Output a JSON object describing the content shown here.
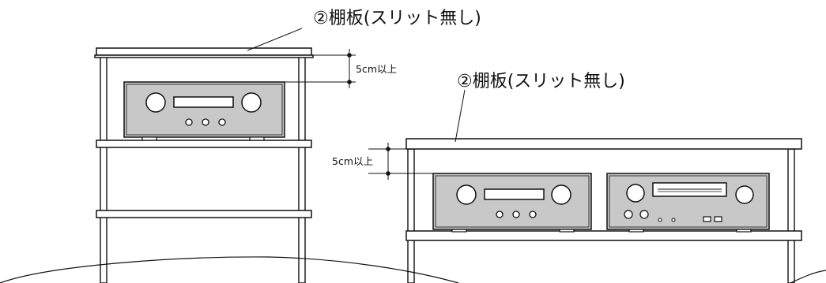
{
  "labels": {
    "left_shelf_board": "②棚板(スリット無し)",
    "right_shelf_board": "②棚板(スリット無し)",
    "left_clearance": "5cm以上",
    "right_clearance": "5cm以上"
  },
  "colors": {
    "line": "#111111",
    "equipment_fill": "#c8c8c8",
    "background": "#ffffff"
  }
}
